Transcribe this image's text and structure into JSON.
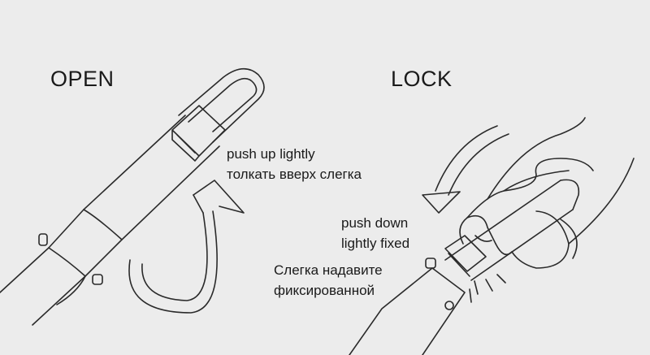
{
  "panels": {
    "open": {
      "title": "OPEN",
      "caption_line1": "push up lightly",
      "caption_line2": "толкать вверх слегка"
    },
    "lock": {
      "title": "LOCK",
      "caption_line1": "push down",
      "caption_line2": "lightly fixed",
      "caption_line3": "Слегка надавите",
      "caption_line4": "фиксированной"
    }
  },
  "colors": {
    "background": "#ececec",
    "ink": "#2a2a2a"
  },
  "icons": [
    "curved-up-arrow-icon",
    "curved-down-arrow-icon",
    "hand-icon"
  ]
}
